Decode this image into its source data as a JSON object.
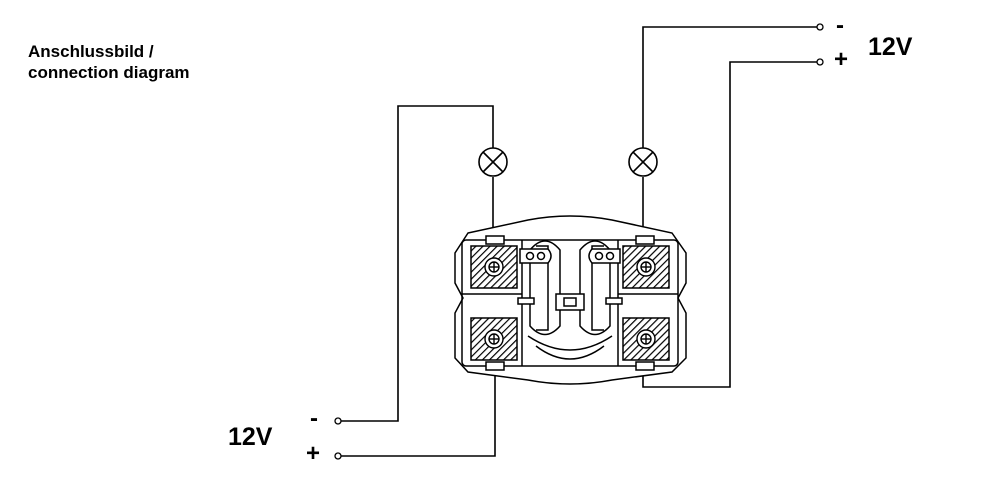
{
  "title": {
    "line1": "Anschlussbild /",
    "line2": "connection diagram"
  },
  "supply_top": {
    "voltage": "12V",
    "minus": "-",
    "plus": "+"
  },
  "supply_bottom": {
    "voltage": "12V",
    "minus": "-",
    "plus": "+"
  },
  "colors": {
    "line": "#000000",
    "fill": "#ffffff",
    "hatch_fill": "#6a6a6a"
  },
  "icons": {
    "lamp": "lamp-icon",
    "terminal": "terminal-icon",
    "screw": "screw-icon"
  }
}
